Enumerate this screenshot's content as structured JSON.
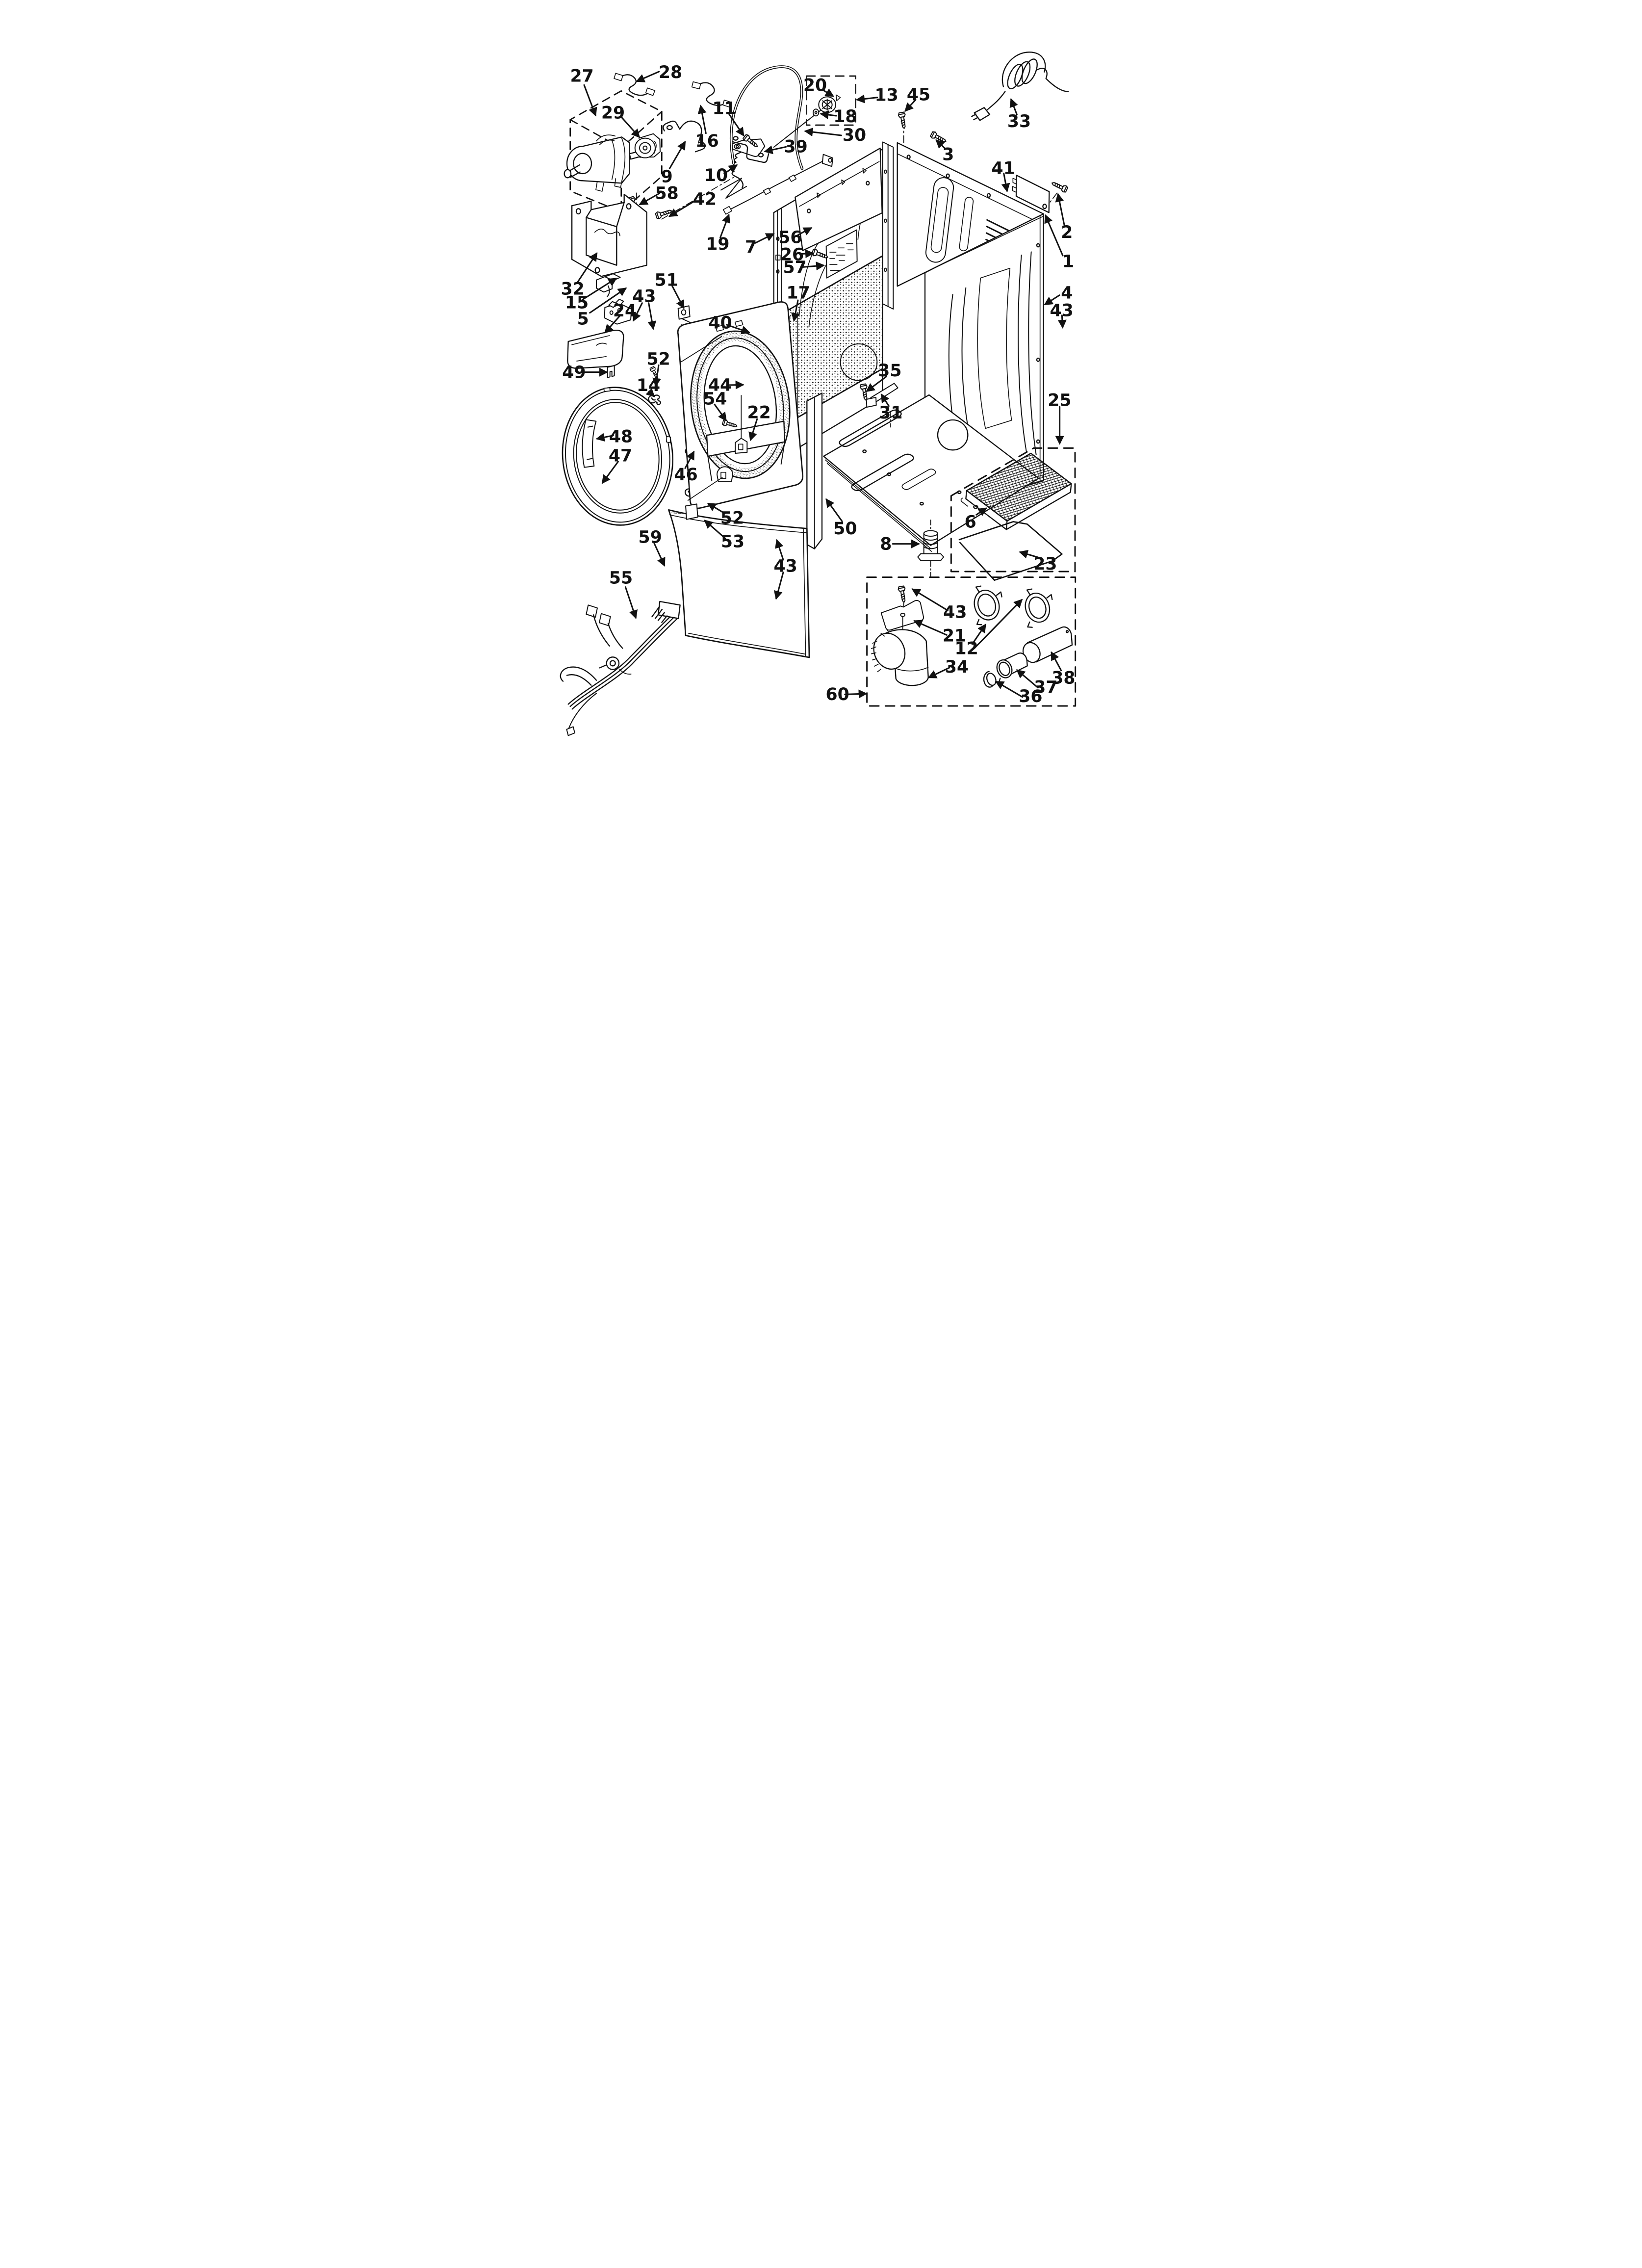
{
  "diagram": {
    "kind": "exploded-parts-diagram",
    "subject": "dryer cabinet, drum and bulkhead parts",
    "background_color": "#ffffff",
    "line_color": "#111111"
  },
  "callouts": [
    {
      "text": "27"
    },
    {
      "text": "28"
    },
    {
      "text": "29"
    },
    {
      "text": "16"
    },
    {
      "text": "11"
    },
    {
      "text": "9"
    },
    {
      "text": "10"
    },
    {
      "text": "58"
    },
    {
      "text": "42"
    },
    {
      "text": "20"
    },
    {
      "text": "18"
    },
    {
      "text": "13"
    },
    {
      "text": "30"
    },
    {
      "text": "39"
    },
    {
      "text": "19"
    },
    {
      "text": "7"
    },
    {
      "text": "56"
    },
    {
      "text": "26"
    },
    {
      "text": "57"
    },
    {
      "text": "17"
    },
    {
      "text": "45"
    },
    {
      "text": "33"
    },
    {
      "text": "3"
    },
    {
      "text": "41"
    },
    {
      "text": "2"
    },
    {
      "text": "1"
    },
    {
      "text": "4"
    },
    {
      "text": "43"
    },
    {
      "text": "25"
    },
    {
      "text": "32"
    },
    {
      "text": "15"
    },
    {
      "text": "5"
    },
    {
      "text": "24"
    },
    {
      "text": "43"
    },
    {
      "text": "51"
    },
    {
      "text": "40"
    },
    {
      "text": "49"
    },
    {
      "text": "52"
    },
    {
      "text": "14"
    },
    {
      "text": "48"
    },
    {
      "text": "47"
    },
    {
      "text": "44"
    },
    {
      "text": "54"
    },
    {
      "text": "22"
    },
    {
      "text": "46"
    },
    {
      "text": "35"
    },
    {
      "text": "31"
    },
    {
      "text": "50"
    },
    {
      "text": "6"
    },
    {
      "text": "8"
    },
    {
      "text": "23"
    },
    {
      "text": "59"
    },
    {
      "text": "55"
    },
    {
      "text": "52"
    },
    {
      "text": "53"
    },
    {
      "text": "43"
    },
    {
      "text": "60"
    },
    {
      "text": "43"
    },
    {
      "text": "21"
    },
    {
      "text": "12"
    },
    {
      "text": "34"
    },
    {
      "text": "36"
    },
    {
      "text": "37"
    },
    {
      "text": "38"
    }
  ]
}
